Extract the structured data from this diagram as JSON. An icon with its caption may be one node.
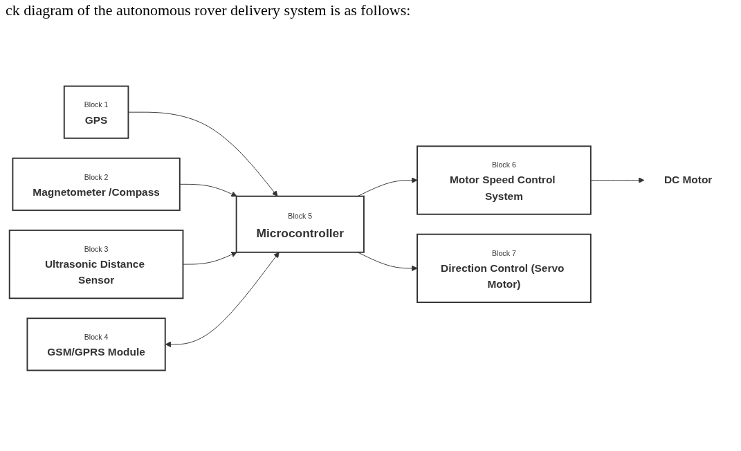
{
  "diagram": {
    "nodes": [
      {
        "text": [
          "Block 1",
          "GPS"
        ]
      },
      {
        "text": [
          "Block 2",
          "Magnetometer /Compass"
        ]
      },
      {
        "text": [
          "Block 3",
          "Ultrasonic Distance Sensor"
        ]
      },
      {
        "text": [
          "Block 4",
          "GSM/GPRS Module"
        ]
      },
      {
        "text": [
          "Block 5",
          "Microcontroller"
        ]
      },
      {
        "text": [
          "Block 6",
          "Motor Speed Control System"
        ]
      },
      {
        "text": [
          "Block 7",
          "Direction Control (Servo Motor)"
        ]
      },
      {
        "text": [
          "DC Motor"
        ]
      }
    ],
    "edges": [
      {
        "from": 0,
        "to": 4,
        "arrow": "to"
      },
      {
        "from": 1,
        "to": 4,
        "arrow": "to"
      },
      {
        "from": 2,
        "to": 4,
        "arrow": "to"
      },
      {
        "from": 3,
        "to": 4,
        "arrow": "both"
      },
      {
        "from": 4,
        "to": 5,
        "arrow": "to"
      },
      {
        "from": 4,
        "to": 6,
        "arrow": "to"
      },
      {
        "from": 5,
        "to": 7,
        "arrow": "to"
      }
    ],
    "labels": [
      "ck diagram of the autonomous rover delivery system is as follows:"
    ]
  }
}
